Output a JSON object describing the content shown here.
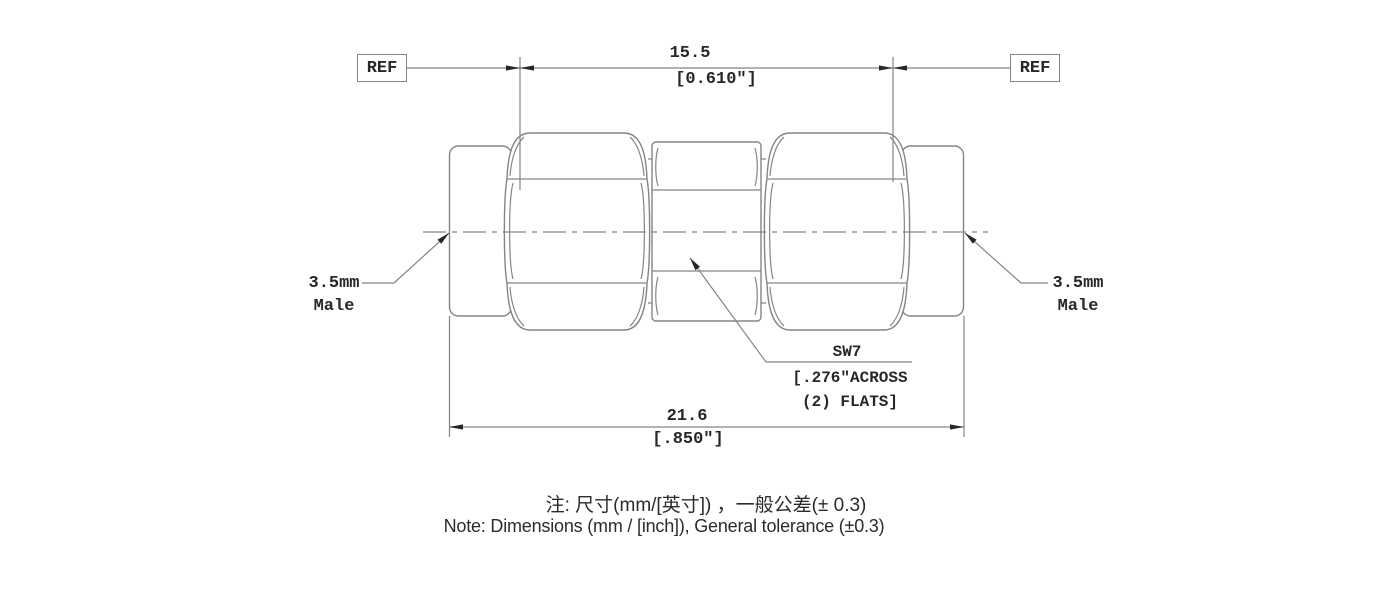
{
  "drawing": {
    "ref_left": "REF",
    "ref_right": "REF",
    "dim_top": {
      "mm": "15.5",
      "inch": "[0.610″]"
    },
    "dim_bottom": {
      "mm": "21.6",
      "inch": "[.850″]"
    },
    "hex_callout": {
      "size": "SW7",
      "across": "[.276″ACROSS",
      "flats": "(2) FLATS]"
    },
    "left_connector": {
      "size": "3.5mm",
      "gender": "Male"
    },
    "right_connector": {
      "size": "3.5mm",
      "gender": "Male"
    }
  },
  "notes": {
    "cn": "注: 尺寸(mm/[英寸]) ，一般公差(± 0.3)",
    "en": "Note: Dimensions (mm / [inch]), General tolerance (±0.3)"
  },
  "colors": {
    "line": "#84848a",
    "ink": "#26262c",
    "background": "#ffffff"
  }
}
